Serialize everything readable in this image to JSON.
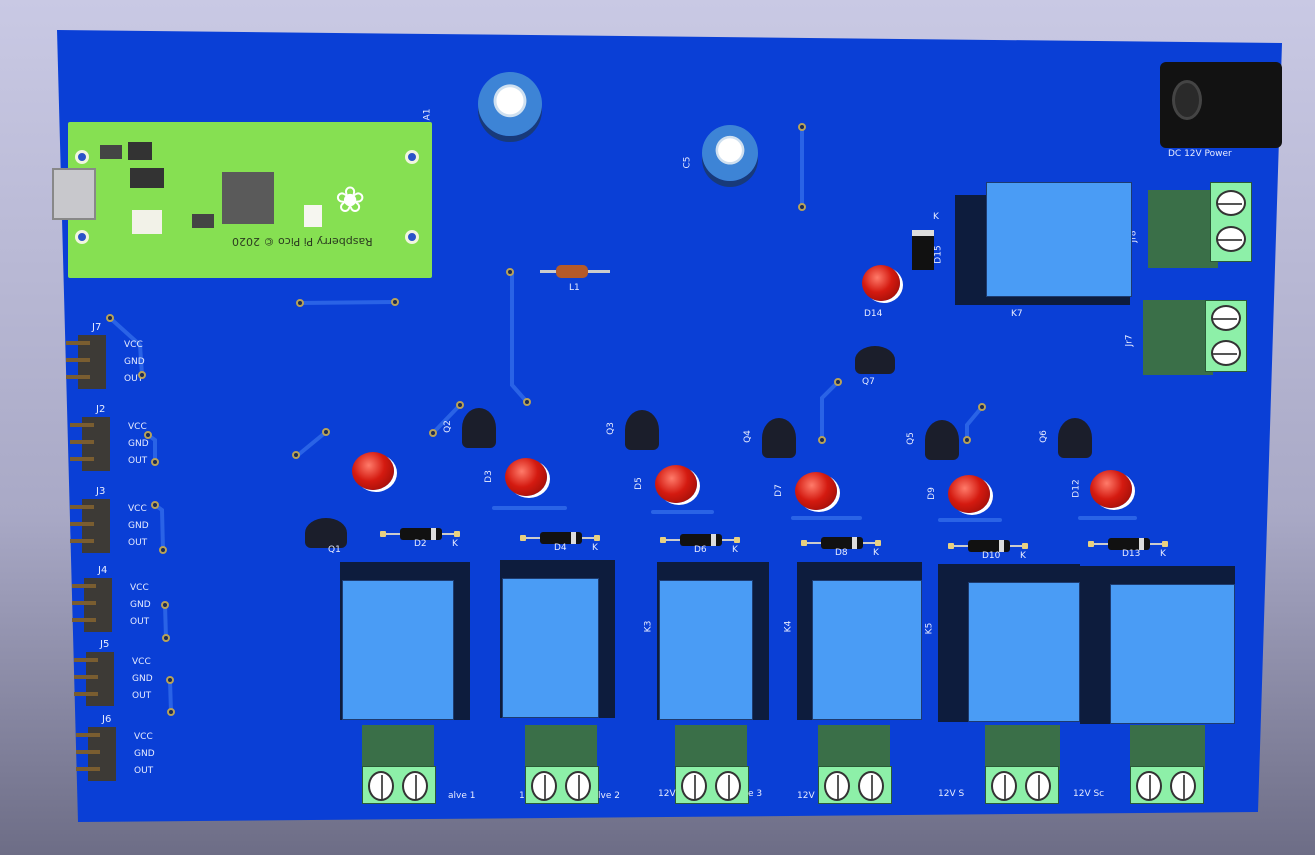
{
  "board": {
    "colors": {
      "pcb": "#0a3fd6",
      "silk": "#e8ecff",
      "pico": "#86e052",
      "relay": "#4a9cf5",
      "terminal": "#8df0a8",
      "led": "#d41a10"
    },
    "pico": {
      "ref": "A1",
      "silk": "Raspberry Pi Pico © 2020"
    },
    "capacitors": [
      {
        "ref": ""
      },
      {
        "ref": "C5"
      }
    ],
    "inductor": {
      "ref": "L1"
    },
    "power_jack": {
      "label": "DC 12V Power"
    },
    "terminals_right": [
      {
        "ref": "Jr8"
      },
      {
        "ref": "Jr7"
      }
    ],
    "relay_k7": {
      "ref": "K7"
    },
    "diode_d15": {
      "ref": "D15",
      "k": "K"
    },
    "led_d14": {
      "ref": "D14"
    },
    "q7": {
      "ref": "Q7"
    },
    "transistors": [
      {
        "ref": "Q2"
      },
      {
        "ref": "Q3"
      },
      {
        "ref": "Q4"
      },
      {
        "ref": "Q5"
      },
      {
        "ref": "Q6"
      }
    ],
    "q1": {
      "ref": "Q1"
    },
    "leds": [
      {
        "ref": ""
      },
      {
        "ref": "D3"
      },
      {
        "ref": "D5"
      },
      {
        "ref": "D7"
      },
      {
        "ref": "D9"
      },
      {
        "ref": "D12"
      }
    ],
    "diodes": [
      {
        "ref": "D2",
        "k": "K"
      },
      {
        "ref": "D4",
        "k": "K"
      },
      {
        "ref": "D6",
        "k": "K"
      },
      {
        "ref": "D8",
        "k": "K"
      },
      {
        "ref": "D10",
        "k": "K"
      },
      {
        "ref": "D13",
        "k": "K"
      }
    ],
    "relays": [
      {
        "ref": ""
      },
      {
        "ref": ""
      },
      {
        "ref": "K3"
      },
      {
        "ref": "K4"
      },
      {
        "ref": "K5"
      },
      {
        "ref": ""
      }
    ],
    "valve_labels": [
      {
        "text": "alve 1"
      },
      {
        "text": "1"
      },
      {
        "text": "lve 2"
      },
      {
        "text": "12V"
      },
      {
        "text": "e 3"
      },
      {
        "text": "12V"
      },
      {
        "text": "12V S"
      },
      {
        "text": "12V Sc"
      }
    ],
    "headers": [
      {
        "ref": "J7",
        "vcc": "VCC",
        "gnd": "GND",
        "out": "OUT"
      },
      {
        "ref": "J2",
        "vcc": "VCC",
        "gnd": "GND",
        "out": "OUT"
      },
      {
        "ref": "J3",
        "vcc": "VCC",
        "gnd": "GND",
        "out": "OUT"
      },
      {
        "ref": "J4",
        "vcc": "VCC",
        "gnd": "GND",
        "out": "OUT"
      },
      {
        "ref": "J5",
        "vcc": "VCC",
        "gnd": "GND",
        "out": "OUT"
      },
      {
        "ref": "J6",
        "vcc": "VCC",
        "gnd": "GND",
        "out": "OUT"
      }
    ]
  }
}
